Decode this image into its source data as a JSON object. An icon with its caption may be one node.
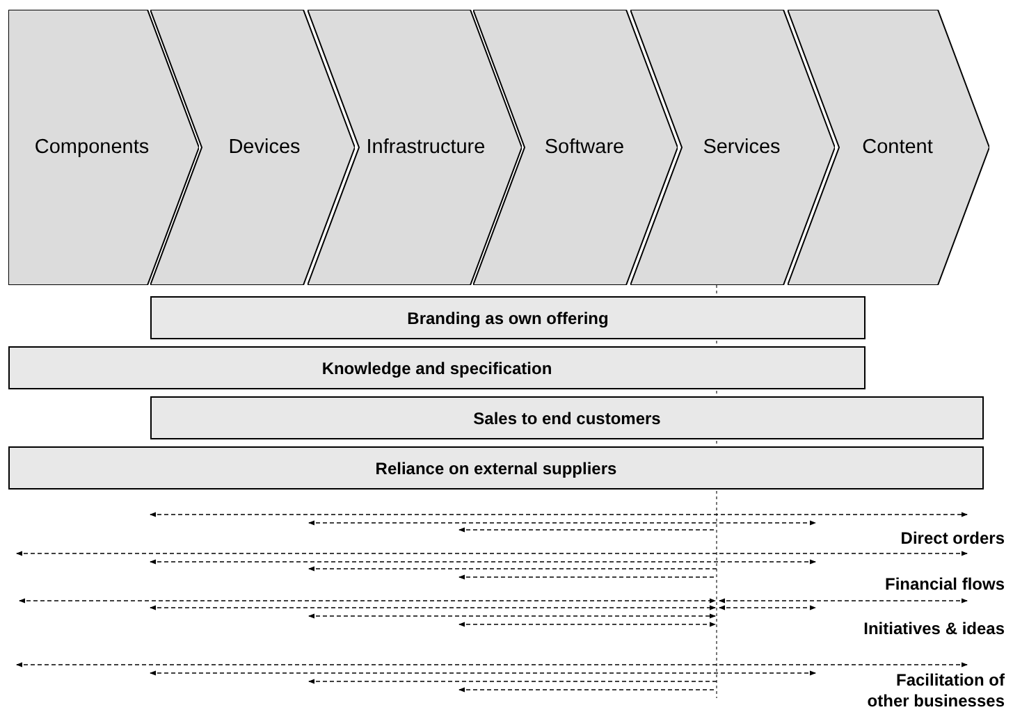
{
  "diagram": {
    "nodes": [
      {
        "text": [
          "Components"
        ]
      },
      {
        "text": [
          "Devices"
        ]
      },
      {
        "text": [
          "Infrastructure"
        ]
      },
      {
        "text": [
          "Software"
        ]
      },
      {
        "text": [
          "Services"
        ]
      },
      {
        "text": [
          "Content"
        ]
      },
      {
        "text": [
          "Branding as own offering"
        ]
      },
      {
        "text": [
          "Knowledge and specification"
        ]
      },
      {
        "text": [
          "Sales to end customers"
        ]
      },
      {
        "text": [
          "Reliance on external suppliers"
        ]
      }
    ],
    "edges": [],
    "labels": [
      "Direct orders",
      "Financial flows",
      "Initiatives & ideas",
      "Facilitation of other businesses"
    ]
  }
}
